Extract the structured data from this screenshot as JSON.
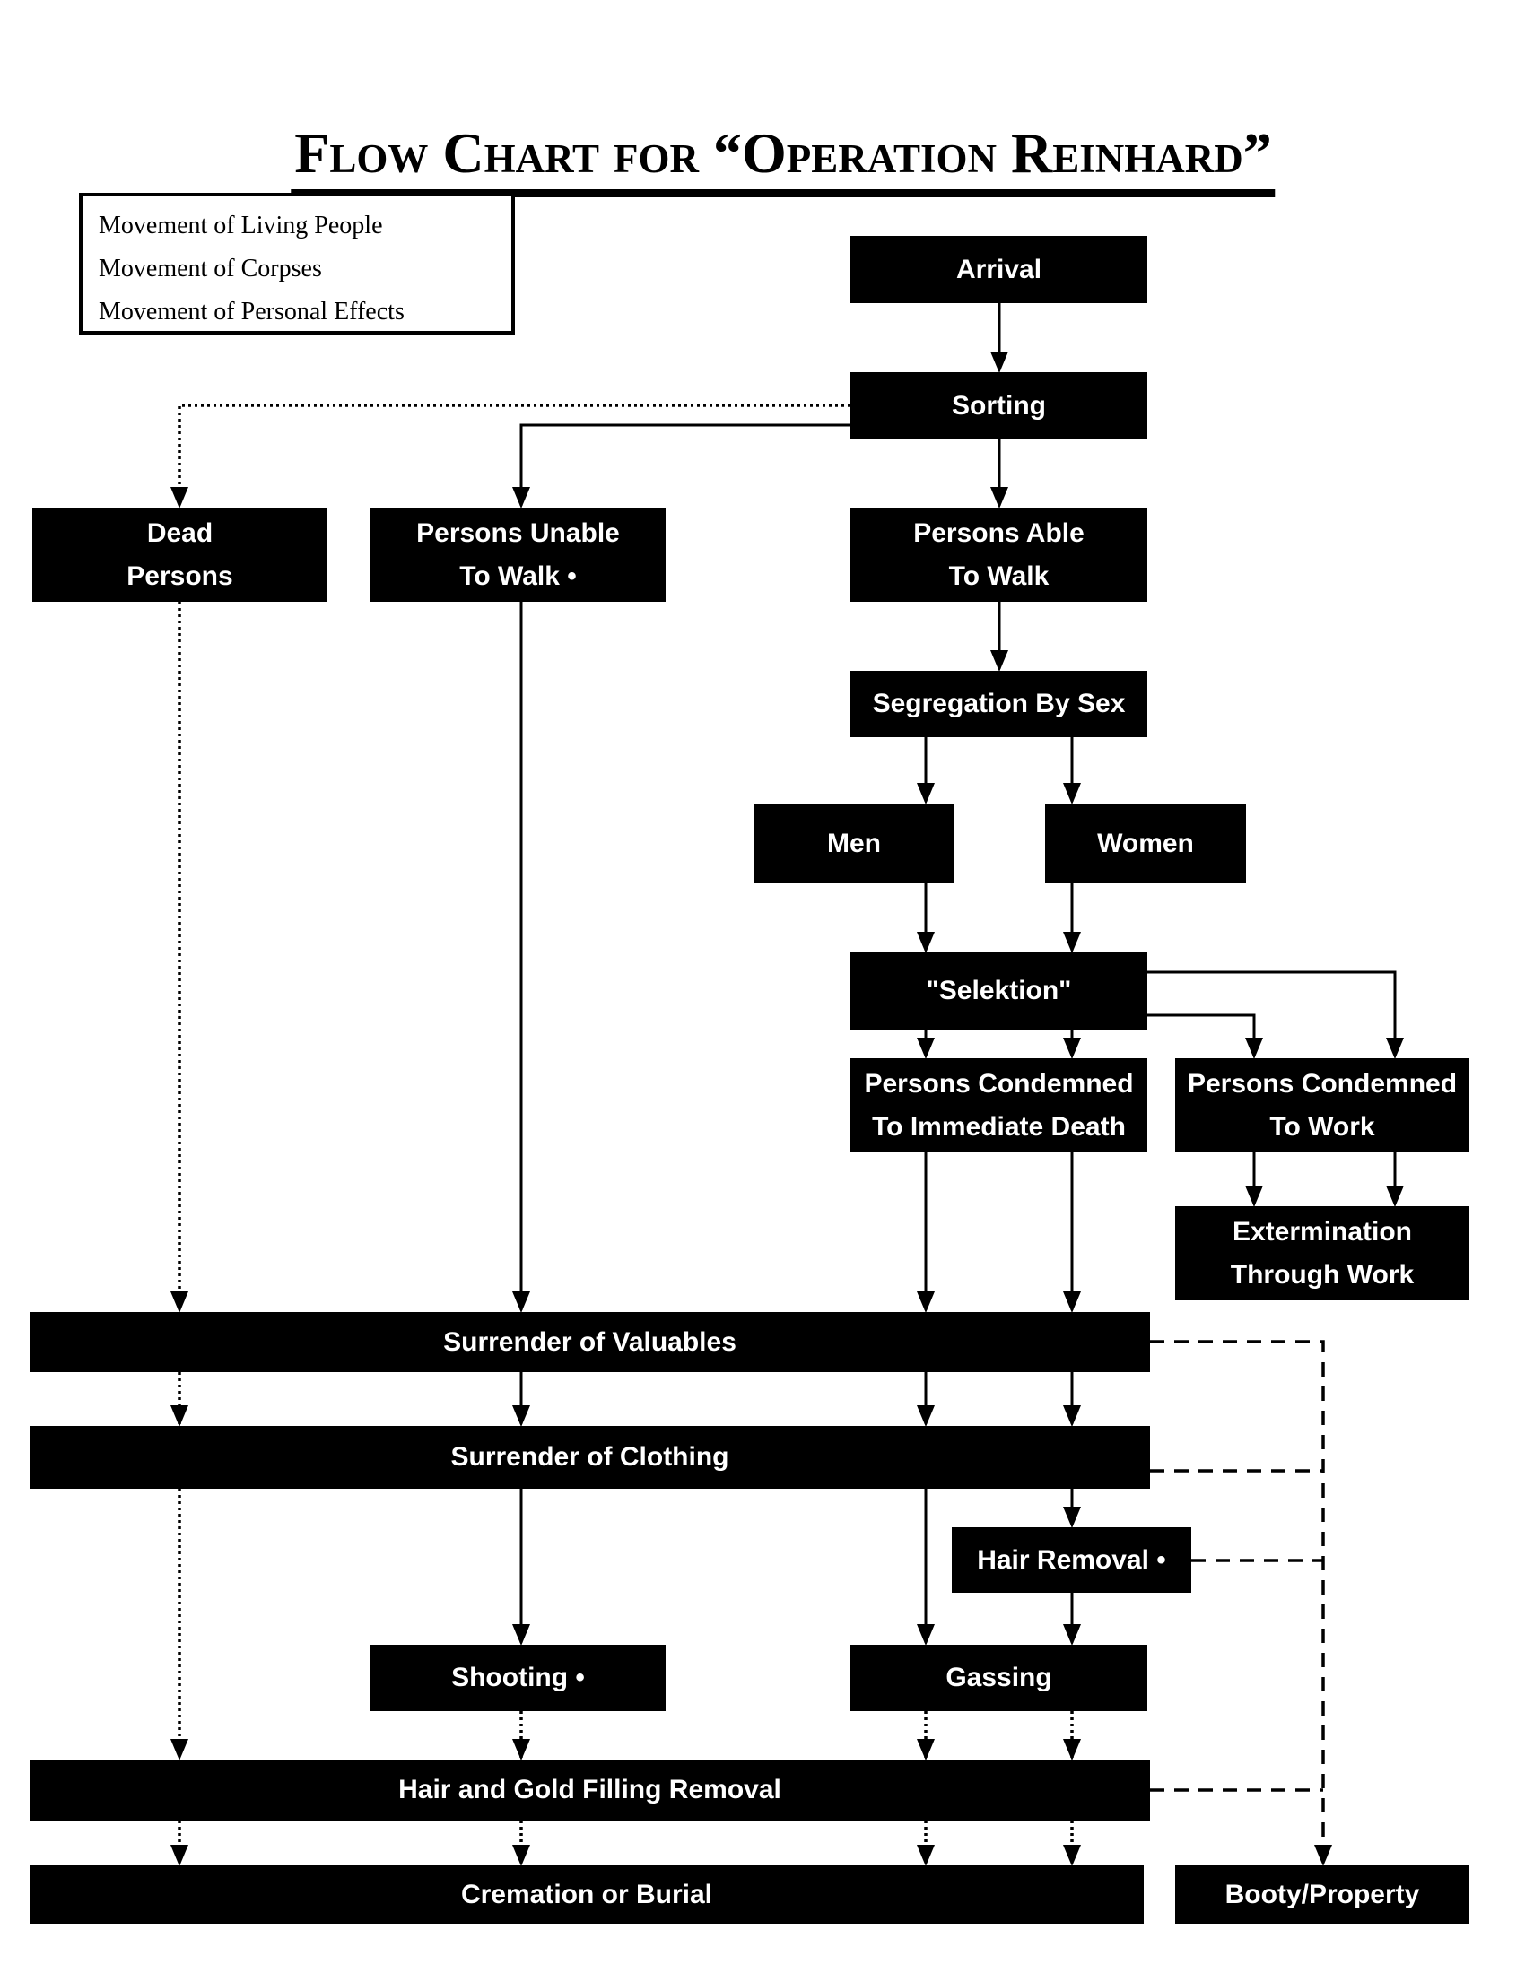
{
  "title": "Flow Chart for “Operation Reinhard”",
  "legend": {
    "items": [
      {
        "label": "Movement of Living People",
        "style": "solid"
      },
      {
        "label": "Movement of Corpses",
        "style": "dotted"
      },
      {
        "label": "Movement of Personal Effects",
        "style": "dashed"
      }
    ]
  },
  "nodes": {
    "arrival": {
      "label": "Arrival"
    },
    "sorting": {
      "label": "Sorting"
    },
    "dead_persons": {
      "label": "Dead\nPersons"
    },
    "persons_unable": {
      "label": "Persons Unable\nTo Walk •"
    },
    "persons_able": {
      "label": "Persons Able\nTo Walk"
    },
    "segregation": {
      "label": "Segregation By Sex"
    },
    "men": {
      "label": "Men"
    },
    "women": {
      "label": "Women"
    },
    "selektion": {
      "label": "\"Selektion\""
    },
    "condemned_death": {
      "label": "Persons Condemned\nTo Immediate Death"
    },
    "condemned_work": {
      "label": "Persons Condemned\nTo Work"
    },
    "extermination": {
      "label": "Extermination\nThrough Work"
    },
    "valuables": {
      "label": "Surrender of Valuables"
    },
    "clothing": {
      "label": "Surrender of Clothing"
    },
    "hair_removal": {
      "label": "Hair Removal •"
    },
    "shooting": {
      "label": "Shooting •"
    },
    "gassing": {
      "label": "Gassing"
    },
    "hair_gold": {
      "label": "Hair and Gold Filling Removal"
    },
    "cremation": {
      "label": "Cremation or Burial"
    },
    "booty": {
      "label": "Booty/Property"
    }
  },
  "connections": [
    {
      "from": "arrival",
      "to": "sorting",
      "flow": "living"
    },
    {
      "from": "sorting",
      "to": "dead_persons",
      "flow": "corpses"
    },
    {
      "from": "sorting",
      "to": "persons_unable",
      "flow": "living"
    },
    {
      "from": "sorting",
      "to": "persons_able",
      "flow": "living"
    },
    {
      "from": "persons_able",
      "to": "segregation",
      "flow": "living"
    },
    {
      "from": "segregation",
      "to": "men",
      "flow": "living"
    },
    {
      "from": "segregation",
      "to": "women",
      "flow": "living"
    },
    {
      "from": "men",
      "to": "selektion",
      "flow": "living"
    },
    {
      "from": "women",
      "to": "selektion",
      "flow": "living"
    },
    {
      "from": "selektion",
      "to": "condemned_death",
      "flow": "living"
    },
    {
      "from": "selektion",
      "to": "condemned_death",
      "flow": "living"
    },
    {
      "from": "selektion",
      "to": "condemned_work",
      "flow": "living"
    },
    {
      "from": "selektion",
      "to": "condemned_work",
      "flow": "living"
    },
    {
      "from": "condemned_work",
      "to": "extermination",
      "flow": "living"
    },
    {
      "from": "condemned_work",
      "to": "extermination",
      "flow": "living"
    },
    {
      "from": "condemned_death",
      "to": "valuables",
      "flow": "living"
    },
    {
      "from": "condemned_death",
      "to": "valuables",
      "flow": "living"
    },
    {
      "from": "dead_persons",
      "to": "valuables",
      "flow": "corpses"
    },
    {
      "from": "persons_unable",
      "to": "valuables",
      "flow": "living"
    },
    {
      "from": "valuables",
      "to": "clothing",
      "flow": "corpses"
    },
    {
      "from": "valuables",
      "to": "clothing",
      "flow": "living"
    },
    {
      "from": "valuables",
      "to": "clothing",
      "flow": "living"
    },
    {
      "from": "valuables",
      "to": "clothing",
      "flow": "living"
    },
    {
      "from": "clothing",
      "to": "hair_gold",
      "flow": "corpses"
    },
    {
      "from": "clothing",
      "to": "shooting",
      "flow": "living"
    },
    {
      "from": "clothing",
      "to": "gassing",
      "flow": "living"
    },
    {
      "from": "clothing",
      "to": "hair_removal",
      "flow": "living"
    },
    {
      "from": "hair_removal",
      "to": "gassing",
      "flow": "living"
    },
    {
      "from": "shooting",
      "to": "hair_gold",
      "flow": "corpses"
    },
    {
      "from": "gassing",
      "to": "hair_gold",
      "flow": "corpses"
    },
    {
      "from": "gassing",
      "to": "hair_gold",
      "flow": "corpses"
    },
    {
      "from": "hair_gold",
      "to": "cremation",
      "flow": "corpses"
    },
    {
      "from": "hair_gold",
      "to": "cremation",
      "flow": "corpses"
    },
    {
      "from": "hair_gold",
      "to": "cremation",
      "flow": "corpses"
    },
    {
      "from": "hair_gold",
      "to": "cremation",
      "flow": "corpses"
    },
    {
      "from": "valuables",
      "to": "booty",
      "flow": "effects"
    },
    {
      "from": "clothing",
      "to": "booty",
      "flow": "effects"
    },
    {
      "from": "hair_removal",
      "to": "booty",
      "flow": "effects"
    },
    {
      "from": "hair_gold",
      "to": "booty",
      "flow": "effects"
    }
  ]
}
